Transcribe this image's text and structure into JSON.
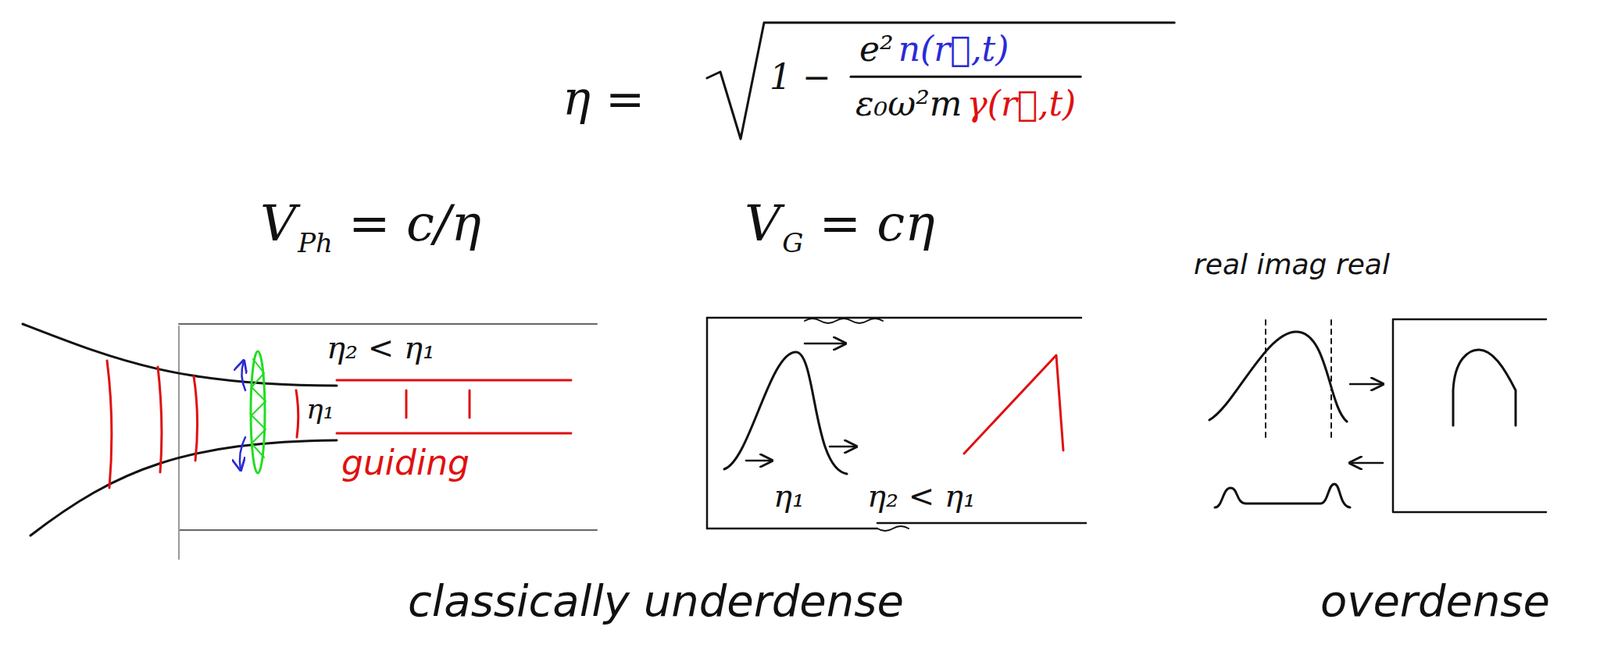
{
  "diagram": {
    "labels": [
      "η =",
      "1 −",
      "e²",
      "n(r⃗,t)",
      "ε₀ω²m",
      "γ(r⃗,t)",
      "V",
      "Ph",
      "= c/η",
      "V",
      "G",
      "= cη",
      "real imag real",
      "η₂ < η₁",
      "η₁",
      "guiding",
      "η₁",
      "η₂ < η₁",
      "classically underdense",
      "overdense"
    ]
  }
}
